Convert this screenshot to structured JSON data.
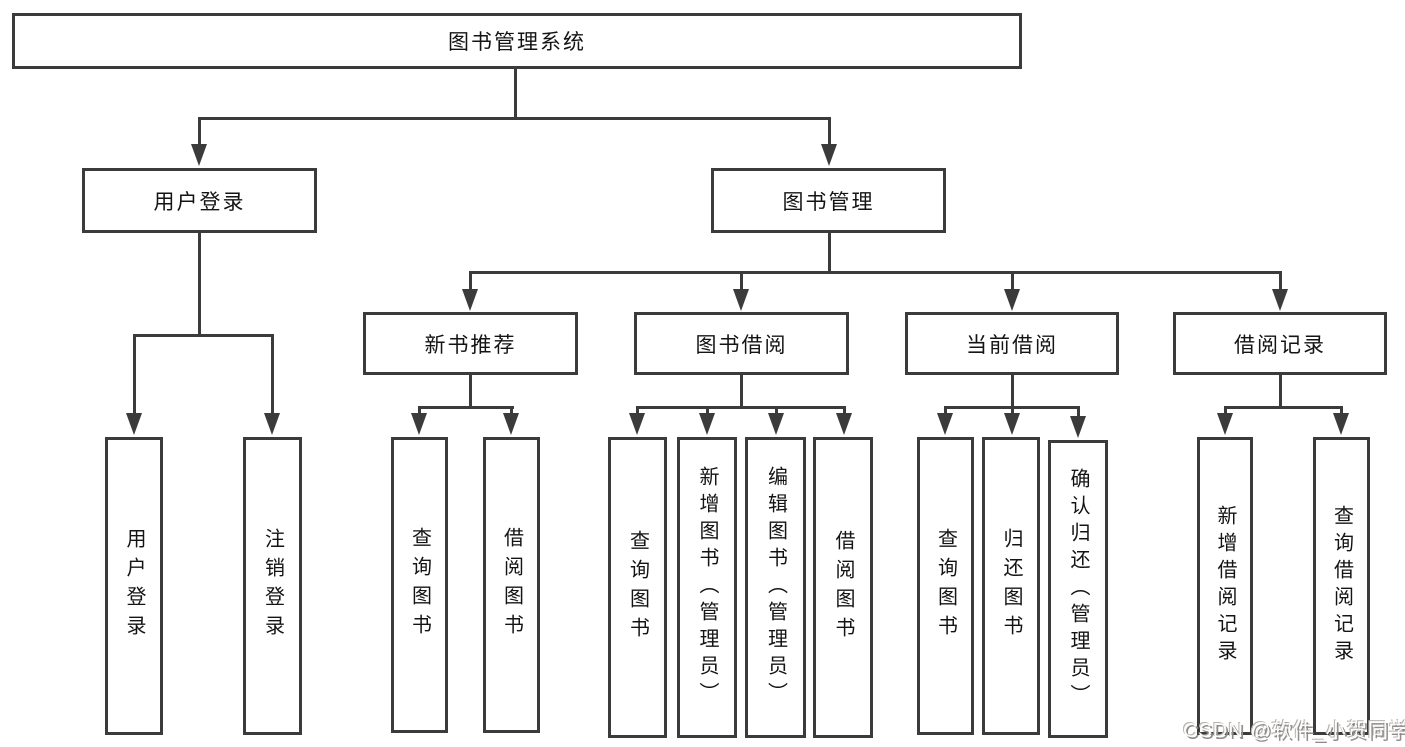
{
  "diagram": {
    "root": "图书管理系统",
    "branches": [
      {
        "label": "用户登录",
        "children": [
          "用户登录",
          "注销登录"
        ]
      },
      {
        "label": "图书管理",
        "groups": [
          {
            "label": "新书推荐",
            "children": [
              "查询图书",
              "借阅图书"
            ]
          },
          {
            "label": "图书借阅",
            "children": [
              "查询图书",
              "新增图书（管理员）",
              "编辑图书（管理员）",
              "借阅图书"
            ]
          },
          {
            "label": "当前借阅",
            "children": [
              "查询图书",
              "归还图书",
              "确认归还（管理员）"
            ]
          },
          {
            "label": "借阅记录",
            "children": [
              "新增借阅记录",
              "查询借阅记录"
            ]
          }
        ]
      }
    ]
  },
  "colors": {
    "line": "#3b3b3b",
    "background": "#ffffff",
    "text": "#141414"
  },
  "watermark": {
    "text": "CSDN @软件_小贺同学"
  }
}
